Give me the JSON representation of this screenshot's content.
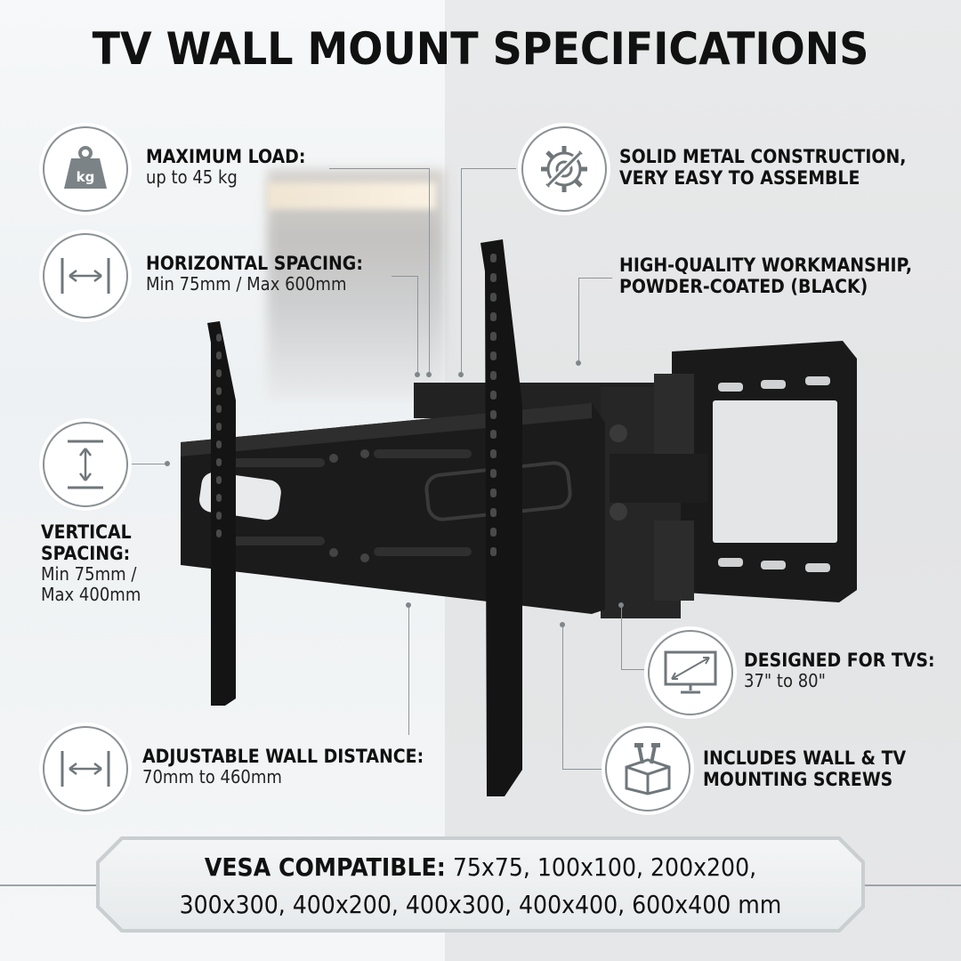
{
  "title": "TV WALL MOUNT SPECIFICATIONS",
  "specs": {
    "max_load": {
      "title": "MAXIMUM LOAD:",
      "value": "up to 45 kg",
      "icon": "weight-kg-icon",
      "icon_text": "kg"
    },
    "horizontal": {
      "title": "HORIZONTAL SPACING:",
      "value": "Min 75mm / Max 600mm",
      "icon": "horizontal-arrows-icon"
    },
    "vertical": {
      "title1": "VERTICAL",
      "title2": "SPACING:",
      "value1": "Min 75mm /",
      "value2": "Max 400mm",
      "icon": "vertical-arrows-icon"
    },
    "wall_distance": {
      "title": "ADJUSTABLE WALL DISTANCE:",
      "value": "70mm to 460mm",
      "icon": "horizontal-arrows-icon"
    },
    "construction": {
      "line1": "SOLID METAL CONSTRUCTION,",
      "line2": "VERY EASY TO ASSEMBLE",
      "icon": "gear-wrench-icon"
    },
    "workmanship": {
      "line1": "HIGH-QUALITY WORKMANSHIP,",
      "line2": "POWDER-COATED (BLACK)"
    },
    "tv_size": {
      "title": "DESIGNED FOR TVS:",
      "value": "37\" to 80\"",
      "icon": "tv-diagonal-icon"
    },
    "screws": {
      "line1": "INCLUDES WALL & TV",
      "line2": "MOUNTING SCREWS",
      "icon": "box-screws-icon"
    }
  },
  "vesa": {
    "label": "VESA COMPATIBLE:",
    "line1_values": " 75x75, 100x100, 200x200,",
    "line2_values": "300x300, 400x200, 400x300, 400x400, 600x400 mm"
  },
  "colors": {
    "mount": "#1c1c1c",
    "text": "#111111",
    "accent_gray": "#8a9194"
  }
}
